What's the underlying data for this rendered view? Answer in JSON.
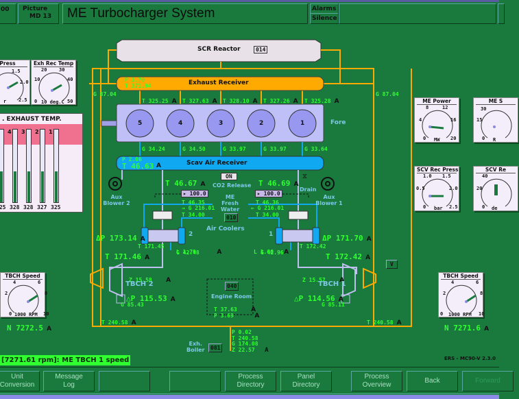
{
  "header": {
    "left_code": "00",
    "picture_label": "Picture",
    "picture_code": "MD 13",
    "title": "ME Turbocharger System",
    "alarms_label": "Alarms",
    "silence_label": "Silence"
  },
  "scr": {
    "label": "SCR Reactor",
    "code": "014"
  },
  "exhaust_receiver": {
    "label": "Exhaust Receiver",
    "p": "P 1.70",
    "t": "T 371.94"
  },
  "exhaust_flows": {
    "left_g": "G 87.04",
    "right_g": "G 87.04"
  },
  "cylinder_exh_temps": [
    {
      "value": "T 325.25",
      "status": "A"
    },
    {
      "value": "T 327.63",
      "status": "A"
    },
    {
      "value": "T 328.10",
      "status": "A"
    },
    {
      "value": "T 327.26",
      "status": "A"
    },
    {
      "value": "T 325.28",
      "status": "A"
    }
  ],
  "cylinders": [
    "5",
    "4",
    "3",
    "2",
    "1"
  ],
  "fore_label": "Fore",
  "scav_flows": [
    "G 34.24",
    "G 34.50",
    "G 33.97",
    "G 33.97",
    "G 33.64"
  ],
  "scav_receiver": {
    "label": "Scav Air Receiver",
    "p": "P 2.06",
    "t": "T 46.63",
    "status": "A"
  },
  "co2": {
    "button": "ON",
    "label": "CO2 Release"
  },
  "drain_label": "Drain",
  "blowers": {
    "left": "Aux Blower 2",
    "right": "Aux Blower 1"
  },
  "scav_temps": {
    "left": "T 46.67",
    "right": "T 46.69",
    "status": "A"
  },
  "fresh_water": {
    "label_lines": [
      "ME",
      "Fresh",
      "Water"
    ],
    "code": "010",
    "left_setpoint": "100.0",
    "right_setpoint": "100.0",
    "left_t_in": "T 46.35",
    "right_t_in": "T 46.36",
    "left_g": "G 216.01",
    "right_g": "G 216.01",
    "left_t_out": "T 34.00",
    "right_t_out": "T 34.00"
  },
  "air_coolers": {
    "label": "Air Coolers",
    "left": {
      "num": "2",
      "dp": "ΔP 173.14",
      "t_after": "T 171.45",
      "l": "L 1.79",
      "g": "G 42.48",
      "t_in": "T 171.46"
    },
    "right": {
      "num": "1",
      "dp": "ΔP 171.70",
      "t_after": "T 172.42",
      "l": "L 1.66",
      "g": "G 42.96",
      "t_in": "T 172.42"
    },
    "status": "A"
  },
  "turbochargers": {
    "left": {
      "name": "TBCH 2",
      "z": "Z 15.58",
      "dp": "△P 115.53",
      "g": "G 85.43",
      "t": "T 240.58",
      "n": "N 7272.5"
    },
    "right": {
      "name": "TBCH 1",
      "z": "Z 15.57",
      "dp": "△P 114.56",
      "g": "G 85.11",
      "t": "T 240.58",
      "n": "N 7271.6"
    },
    "status": "A"
  },
  "engine_room": {
    "code": "040",
    "label": "Engine Room",
    "t": "T 37.63",
    "p": "P 3.69",
    "status": "A"
  },
  "exh_boiler": {
    "label_lines": [
      "Exh.",
      "Boiler"
    ],
    "code": "081",
    "p": "P 0.02",
    "t": "T 240.58",
    "g": "G 174.08",
    "z": "Z 22.57",
    "status": "A"
  },
  "v_button": "V",
  "gauges": {
    "scav_press_left": {
      "title": "Press",
      "ticks": [
        "1.5",
        "2.0",
        "2.5"
      ],
      "unit": "r",
      "value_fraction": 0.62
    },
    "exh_rec_temp": {
      "title": "Exh Rec Temp",
      "ticks": [
        "0",
        "10",
        "20",
        "30",
        "40",
        "50"
      ],
      "unit": "10 deg.C",
      "value": 37.2
    },
    "me_power": {
      "title": "ME Power",
      "ticks": [
        "0",
        "4",
        "8",
        "12",
        "16",
        "20"
      ],
      "unit": "MW",
      "value": 15
    },
    "me_speed": {
      "title": "ME S",
      "ticks": [
        "0",
        "15",
        "30"
      ],
      "unit": "R"
    },
    "scv_rec_press": {
      "title": "SCV Rec Press",
      "ticks": [
        "0",
        "0.5",
        "1.0",
        "1.5",
        "2.0",
        "2.5"
      ],
      "unit": "bar",
      "value": 2.06
    },
    "scv_rec_temp": {
      "title": "SCV Re",
      "ticks": [
        "0",
        "20",
        "40"
      ],
      "unit": "de"
    },
    "tbch_speed_left": {
      "title": "TBCH Speed",
      "ticks": [
        "0",
        "2",
        "4",
        "6",
        "8",
        "10"
      ],
      "unit": "1000 RPM",
      "value": 7.27
    },
    "tbch_speed_right": {
      "title": "TBCH Speed",
      "ticks": [
        "0",
        "2",
        "4",
        "6",
        "8",
        "10"
      ],
      "unit": "1000 RPM",
      "value": 7.27
    }
  },
  "exhaust_temp_panel": {
    "title": ". EXHAUST TEMP.",
    "bars": [
      {
        "cyl": "",
        "value": "325"
      },
      {
        "cyl": "4",
        "value": "328"
      },
      {
        "cyl": "3",
        "value": "328"
      },
      {
        "cyl": "2",
        "value": "327"
      },
      {
        "cyl": "1",
        "value": "325"
      }
    ],
    "fill_fraction": 0.42
  },
  "status_message": "[7271.61 rpm]: ME TBCH 1 speed",
  "version": "ERS - MC90-V 2.3.0",
  "nav": [
    {
      "label": "Unit\nConversion",
      "enabled": true
    },
    {
      "label": "Message\nLog",
      "enabled": true
    },
    {
      "label": "",
      "enabled": true
    },
    {
      "label": "",
      "enabled": true
    },
    {
      "label": "Process\nDirectory",
      "enabled": true
    },
    {
      "label": "Panel\nDirectory",
      "enabled": true
    },
    {
      "label": "Process\nOverview",
      "enabled": true
    },
    {
      "label": "Back",
      "enabled": true
    },
    {
      "label": "Forward",
      "enabled": false
    }
  ],
  "colors": {
    "background": "#1a7a3e",
    "exhaust": "#ffaa00",
    "scav_air": "#10a8f0",
    "engine": "#c0c0f8",
    "value_green": "#30ff30",
    "alarm_pink": "#f07090"
  }
}
